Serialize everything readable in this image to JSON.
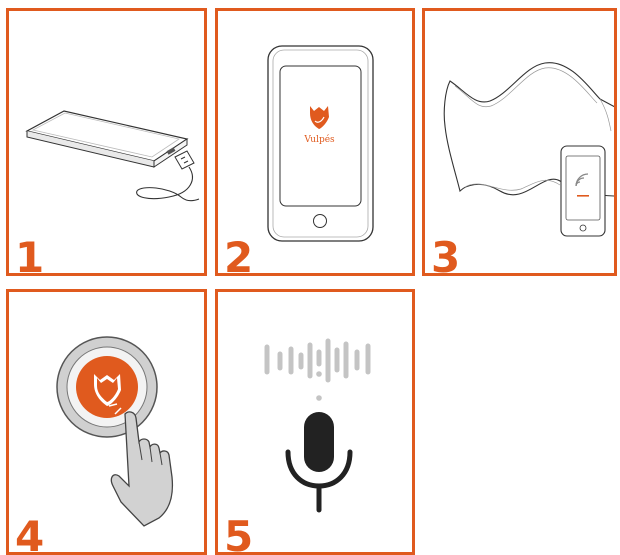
{
  "brand": {
    "name": "Vulpés",
    "accent_color": "#e05a1e"
  },
  "panels": [
    {
      "number": "1",
      "icon": "phone-charging-icon"
    },
    {
      "number": "2",
      "icon": "phone-app-icon"
    },
    {
      "number": "3",
      "icon": "pillow-nfc-icon"
    },
    {
      "number": "4",
      "icon": "tap-button-icon"
    },
    {
      "number": "5",
      "icon": "voice-microphone-icon"
    }
  ]
}
